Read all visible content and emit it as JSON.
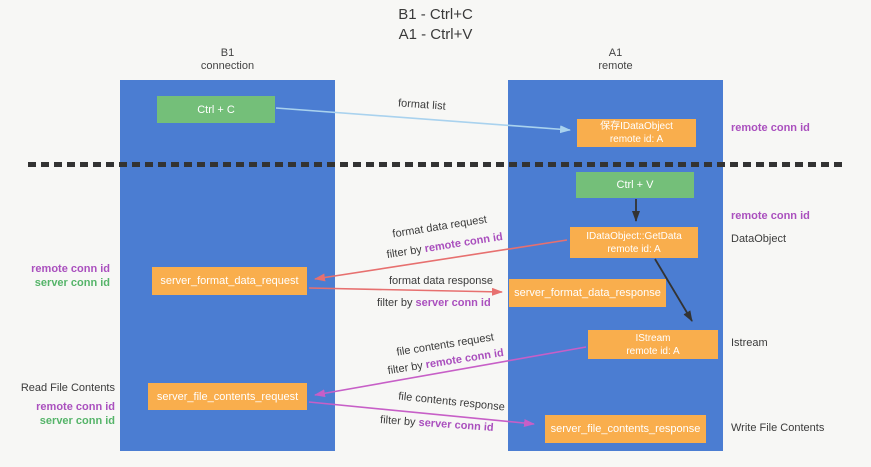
{
  "title": {
    "line1": "B1 - Ctrl+C",
    "line2": "A1 - Ctrl+V"
  },
  "lanes": {
    "left": {
      "name": "B1",
      "subtitle": "connection"
    },
    "right": {
      "name": "A1",
      "subtitle": "remote"
    }
  },
  "boxes": {
    "ctrl_c": {
      "label": "Ctrl + C"
    },
    "save_idataobject": {
      "line1": "保存IDataObject",
      "line2": "remote id: A"
    },
    "ctrl_v": {
      "label": "Ctrl + V"
    },
    "getdata": {
      "line1": "IDataObject::GetData",
      "line2": "remote id: A"
    },
    "server_format_data_request": {
      "label": "server_format_data_request"
    },
    "server_format_data_response": {
      "label": "server_format_data_response"
    },
    "istream": {
      "line1": "IStream",
      "line2": "remote id: A"
    },
    "server_file_contents_request": {
      "label": "server_file_contents_request"
    },
    "server_file_contents_response": {
      "label": "server_file_contents_response"
    }
  },
  "arrows": {
    "format_list": "format list",
    "format_data_request": "format data request",
    "format_data_response": "format data response",
    "file_contents_request": "file contents request",
    "file_contents_response": "file contents response",
    "filter_by": "filter by ",
    "remote_conn_id": "remote conn id",
    "server_conn_id": "server conn id"
  },
  "annotations": {
    "right": {
      "remote_conn_id_top": "remote conn id",
      "remote_conn_id_mid": "remote conn id",
      "dataobject": "DataObject",
      "istream": "Istream",
      "write_file_contents": "Write File Contents"
    },
    "left": {
      "remote_conn_id_top": "remote conn id",
      "server_conn_id_top": "server conn id",
      "read_file_contents": "Read File Contents",
      "remote_conn_id_bottom": "remote conn id",
      "server_conn_id_bottom": "server conn id"
    }
  },
  "colors": {
    "background": "#F7F7F5",
    "lane_blue": "#4B7DD2",
    "box_orange": "#F9AE4D",
    "box_green": "#74BF79",
    "arrow_light_blue": "#A9D2EE",
    "arrow_red": "#E7706F",
    "arrow_magenta": "#C75FC7",
    "arrow_black": "#333333",
    "text_purple": "#AA50BE",
    "text_green": "#55B469"
  }
}
